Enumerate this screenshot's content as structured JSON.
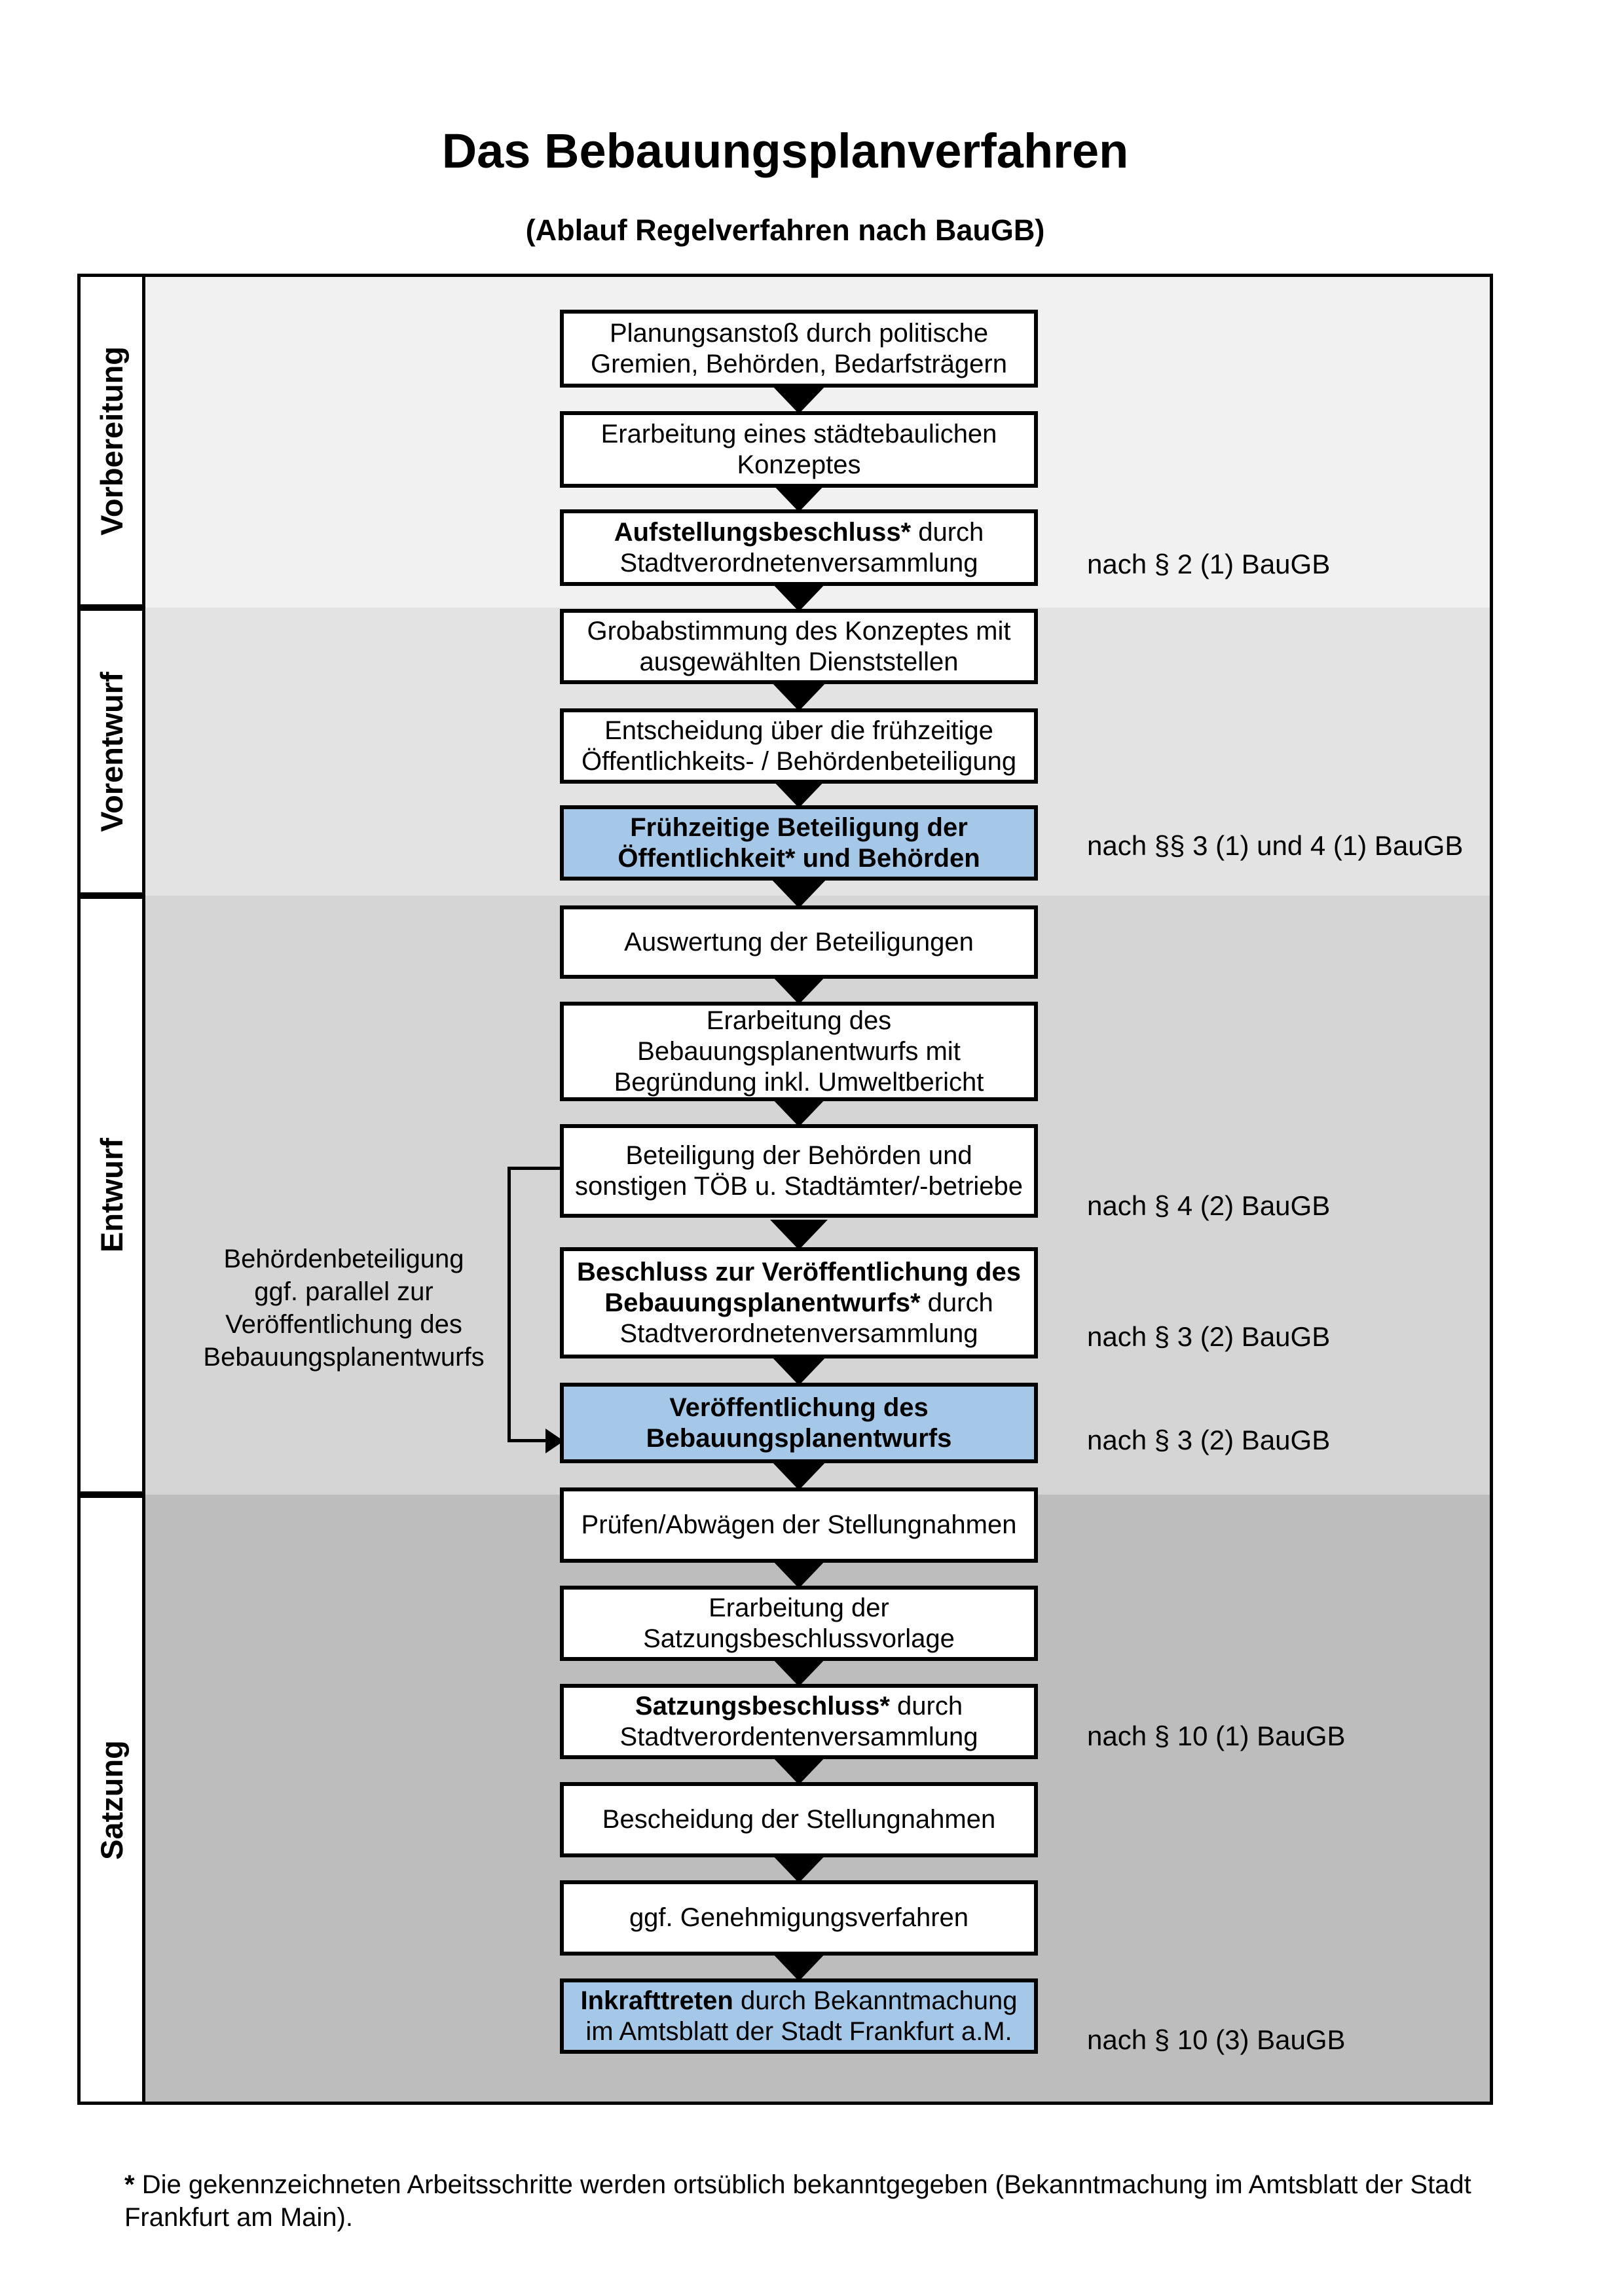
{
  "title": "Das Bebauungsplanverfahren",
  "subtitle": "(Ablauf Regelverfahren nach BauGB)",
  "phases": [
    {
      "label": "Vorbereitung"
    },
    {
      "label": "Vorentwurf"
    },
    {
      "label": "Entwurf"
    },
    {
      "label": "Satzung"
    }
  ],
  "steps": [
    {
      "lead": "",
      "rest": "Planungsanstoß durch politische\nGremien, Behörden, Bedarfsträgern",
      "highlighted": false
    },
    {
      "lead": "",
      "rest": "Erarbeitung eines städtebaulichen\nKonzeptes",
      "highlighted": false
    },
    {
      "lead": "Aufstellungsbeschluss*",
      "rest": " durch\nStadtverordnetenversammlung",
      "highlighted": false
    },
    {
      "lead": "",
      "rest": "Grobabstimmung des Konzeptes mit\nausgewählten Dienststellen",
      "highlighted": false
    },
    {
      "lead": "",
      "rest": "Entscheidung über die frühzeitige\nÖffentlichkeits- / Behördenbeteiligung",
      "highlighted": false
    },
    {
      "lead": "Frühzeitige Beteiligung der\nÖffentlichkeit* und Behörden",
      "rest": "",
      "highlighted": true
    },
    {
      "lead": "",
      "rest": "Auswertung der Beteiligungen",
      "highlighted": false
    },
    {
      "lead": "",
      "rest": "Erarbeitung des\nBebauungsplanentwurfs mit\nBegründung inkl. Umweltbericht",
      "highlighted": false
    },
    {
      "lead": "",
      "rest": "Beteiligung der Behörden und\nsonstigen TÖB u. Stadtämter/-betriebe",
      "highlighted": false
    },
    {
      "lead": "Beschluss zur Veröffentlichung des\nBebauungsplanentwurfs*",
      "rest": " durch\nStadtverordnetenversammlung",
      "highlighted": false
    },
    {
      "lead": "Veröffentlichung des\nBebauungsplanentwurfs",
      "rest": "",
      "highlighted": true
    },
    {
      "lead": "",
      "rest": "Prüfen/Abwägen der Stellungnahmen",
      "highlighted": false
    },
    {
      "lead": "",
      "rest": "Erarbeitung der\nSatzungsbeschlussvorlage",
      "highlighted": false
    },
    {
      "lead": "Satzungsbeschluss*",
      "rest": " durch\nStadtverordentenversammlung",
      "highlighted": false
    },
    {
      "lead": "",
      "rest": "Bescheidung der Stellungnahmen",
      "highlighted": false
    },
    {
      "lead": "",
      "rest": "ggf. Genehmigungsverfahren",
      "highlighted": false
    },
    {
      "lead": "Inkrafttreten",
      "rest": " durch Bekanntmachung\nim Amtsblatt der Stadt Frankfurt a.M.",
      "highlighted": true
    }
  ],
  "refs": [
    {
      "text": "nach § 2 (1) BauGB"
    },
    {
      "text": "nach §§ 3 (1) und 4 (1) BauGB"
    },
    {
      "text": "nach § 4 (2) BauGB"
    },
    {
      "text": "nach § 3 (2) BauGB"
    },
    {
      "text": "nach § 3 (2) BauGB"
    },
    {
      "text": "nach § 10 (1) BauGB"
    },
    {
      "text": "nach § 10 (3) BauGB"
    }
  ],
  "annotation": "Behördenbeteiligung\nggf. parallel zur\nVeröffentlichung des\nBebauungsplanentwurfs",
  "footnote": {
    "marker": "*",
    "text": " Die gekennzeichneten Arbeitsschritte werden ortsüblich bekanntgegeben (Bekanntmachung im Amtsblatt der Stadt\nFrankfurt am Main)."
  },
  "colors": {
    "highlight": "#a6c8e8",
    "section_vorbereitung": "#f1f1f1",
    "section_vorentwurf": "#e3e3e3",
    "section_entwurf": "#d5d5d5",
    "section_satzung": "#bdbdbd"
  }
}
